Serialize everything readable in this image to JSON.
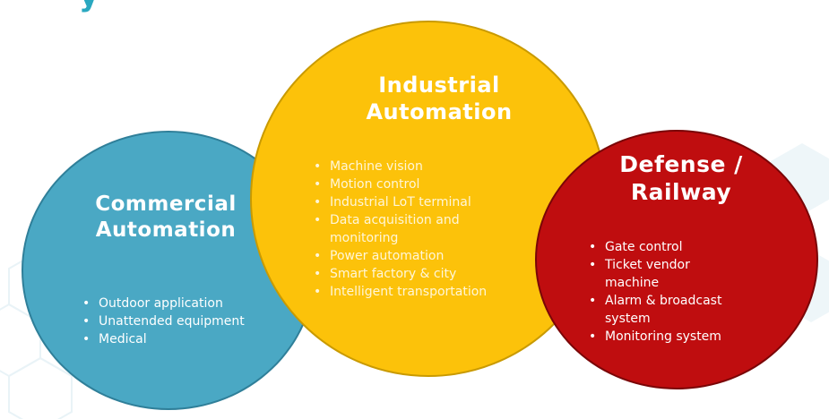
{
  "header": {
    "title_fragment": "y"
  },
  "circles": {
    "commercial": {
      "heading_line1": "Commercial",
      "heading_line2": "Automation",
      "items": [
        "Outdoor application",
        "Unattended equipment",
        "Medical"
      ],
      "fill_color": "#4aa8c4"
    },
    "industrial": {
      "heading_line1": "Industrial",
      "heading_line2": "Automation",
      "items": [
        "Machine vision",
        "Motion control",
        "Industrial LoT terminal",
        "Data acquisition and",
        "monitoring",
        "Power automation",
        "Smart factory & city",
        "Intelligent transportation"
      ],
      "fill_color": "#fcc20a"
    },
    "defense": {
      "heading_line1": "Defense /",
      "heading_line2": "Railway",
      "items": [
        "Gate control",
        "Ticket vendor",
        "machine",
        "Alarm & broadcast",
        "system",
        "Monitoring system"
      ],
      "fill_color": "#bf0d0f"
    }
  },
  "colors": {
    "title_accent": "#2aa8c0",
    "background": "#ffffff"
  }
}
